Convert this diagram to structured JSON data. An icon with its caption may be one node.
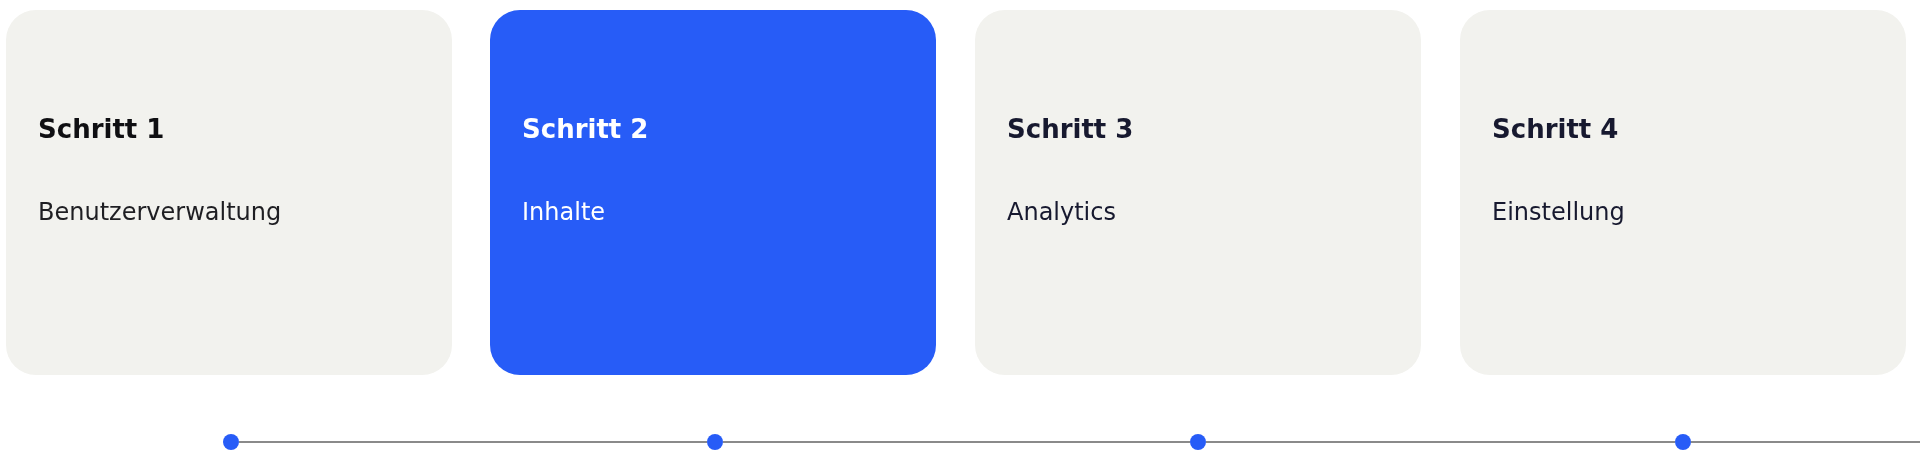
{
  "diagram": {
    "nodes": [
      {
        "text": [
          "Schritt 1",
          "Benutzerverwaltung"
        ]
      },
      {
        "text": [
          "Schritt 2",
          "Inhalte"
        ]
      },
      {
        "text": [
          "Schritt 3",
          "Analytics"
        ]
      },
      {
        "text": [
          "Schritt 4",
          "Einstellung"
        ]
      },
      {
        "text": [],
        "shape": "circle"
      },
      {
        "text": [],
        "shape": "circle"
      },
      {
        "text": [],
        "shape": "circle"
      },
      {
        "text": [],
        "shape": "circle"
      }
    ],
    "edges": [
      {
        "from": 4,
        "to": 5,
        "arrow": "none"
      },
      {
        "from": 5,
        "to": 6,
        "arrow": "none"
      },
      {
        "from": 6,
        "to": 7,
        "arrow": "none"
      },
      {
        "from": 7,
        "to": null,
        "arrow": "none"
      }
    ]
  }
}
